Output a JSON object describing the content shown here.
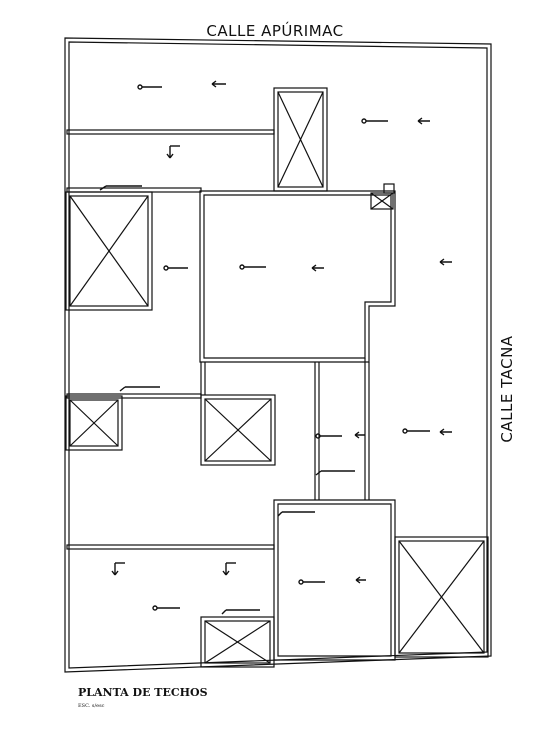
{
  "labels": {
    "street_top": "CALLE APÚRIMAC",
    "street_right": "CALLE TACNA",
    "title": "PLANTA DE TECHOS",
    "scale": "ESC. s/esc"
  },
  "colors": {
    "line": "#111111",
    "background": "#ffffff"
  }
}
